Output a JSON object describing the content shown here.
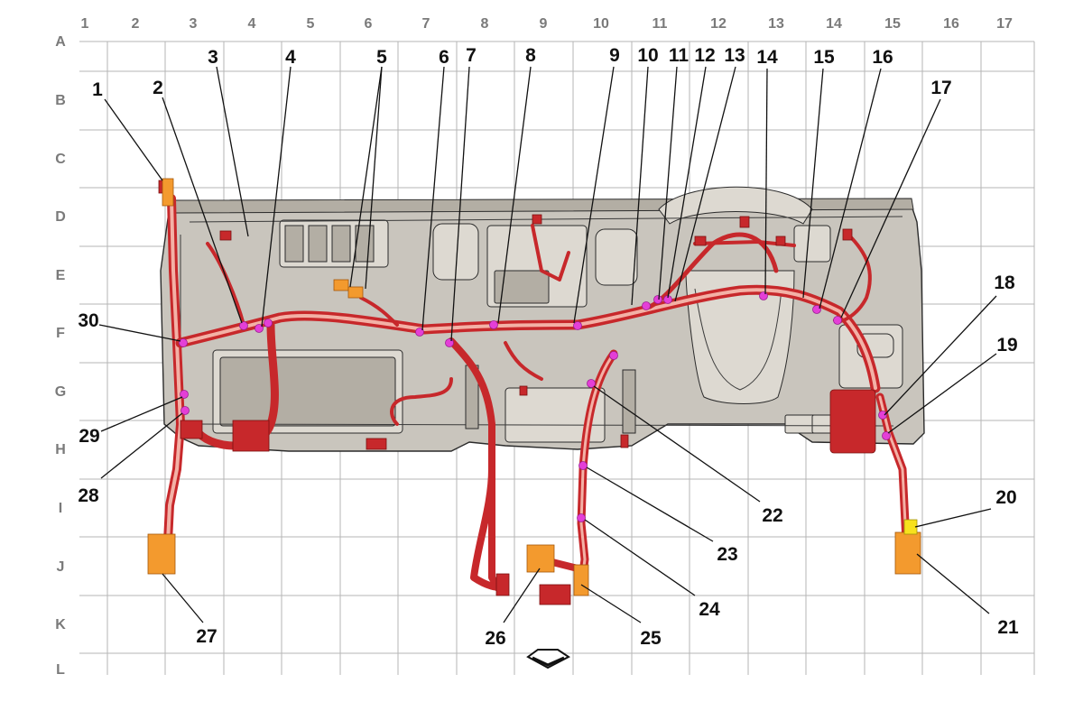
{
  "grid": {
    "columns": [
      "1",
      "2",
      "3",
      "4",
      "5",
      "6",
      "7",
      "8",
      "9",
      "10",
      "11",
      "12",
      "13",
      "14",
      "15",
      "16",
      "17"
    ],
    "rows": [
      "A",
      "B",
      "C",
      "D",
      "E",
      "F",
      "G",
      "H",
      "I",
      "J",
      "K",
      "L"
    ]
  },
  "callouts": [
    {
      "id": 1,
      "label": "1"
    },
    {
      "id": 2,
      "label": "2"
    },
    {
      "id": 3,
      "label": "3"
    },
    {
      "id": 4,
      "label": "4"
    },
    {
      "id": 5,
      "label": "5"
    },
    {
      "id": 6,
      "label": "6"
    },
    {
      "id": 7,
      "label": "7"
    },
    {
      "id": 8,
      "label": "8"
    },
    {
      "id": 9,
      "label": "9"
    },
    {
      "id": 10,
      "label": "10"
    },
    {
      "id": 11,
      "label": "11"
    },
    {
      "id": 12,
      "label": "12"
    },
    {
      "id": 13,
      "label": "13"
    },
    {
      "id": 14,
      "label": "14"
    },
    {
      "id": 15,
      "label": "15"
    },
    {
      "id": 16,
      "label": "16"
    },
    {
      "id": 17,
      "label": "17"
    },
    {
      "id": 18,
      "label": "18"
    },
    {
      "id": 19,
      "label": "19"
    },
    {
      "id": 20,
      "label": "20"
    },
    {
      "id": 21,
      "label": "21"
    },
    {
      "id": 22,
      "label": "22"
    },
    {
      "id": 23,
      "label": "23"
    },
    {
      "id": 24,
      "label": "24"
    },
    {
      "id": 25,
      "label": "25"
    },
    {
      "id": 26,
      "label": "26"
    },
    {
      "id": 27,
      "label": "27"
    },
    {
      "id": 28,
      "label": "28"
    },
    {
      "id": 29,
      "label": "29"
    },
    {
      "id": 30,
      "label": "30"
    }
  ],
  "colors": {
    "harness": "#c7282b",
    "connector_orange": "#f39a2e",
    "connector_yellow": "#f7e11d",
    "ground_point": "#e43fd7",
    "dashboard": "#c9c5bd"
  },
  "icons": {
    "front_indicator": "chevron-down-icon"
  }
}
